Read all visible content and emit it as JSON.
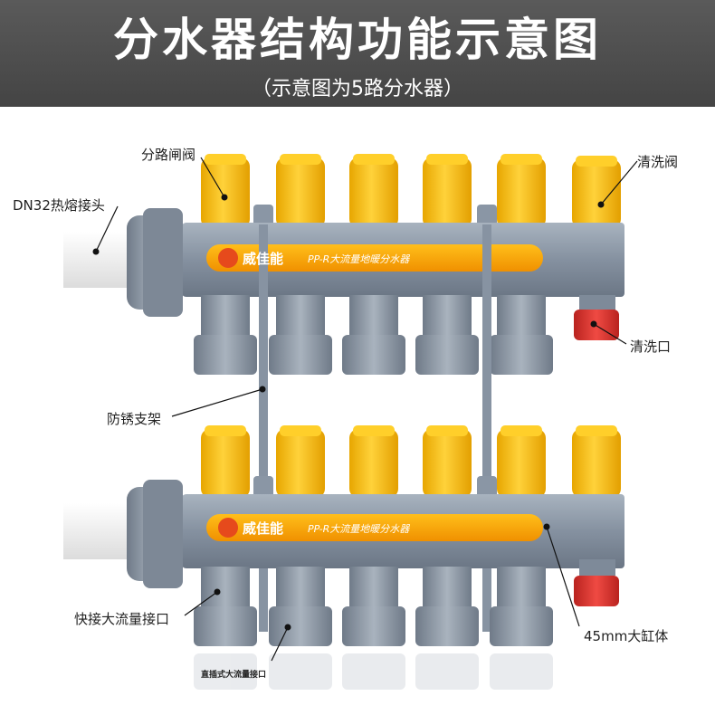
{
  "header": {
    "title": "分水器结构功能示意图",
    "subtitle": "（示意图为5路分水器）"
  },
  "labels": {
    "branch_valve": "分路闸阀",
    "flush_valve": "清洗阀",
    "dn32_joint": "DN32热熔接头",
    "flush_outlet": "清洗口",
    "bracket": "防锈支架",
    "quick_port": "快接大流量接口",
    "cylinder": "45mm大缸体",
    "plugin_port": "直插式大流量接口"
  },
  "manifold": {
    "brand": "威佳能",
    "product_text": "PP-R大流量地暖分水器",
    "ports": 5
  },
  "colors": {
    "body_gray": "#8a97a6",
    "valve_yellow": "#f6b800",
    "cap_red": "#d8312e",
    "label_band": "#f5a400",
    "banner": "#4a4a4a"
  }
}
